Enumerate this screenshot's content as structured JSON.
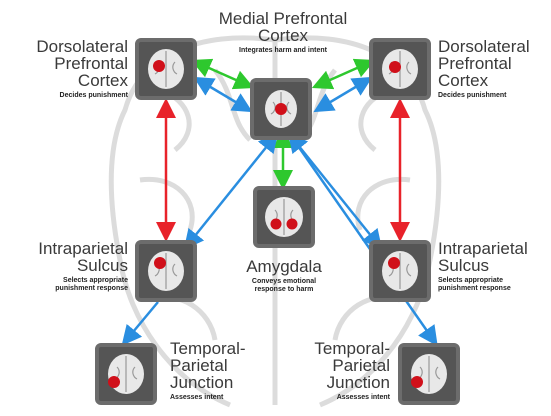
{
  "regions": {
    "mpfc": {
      "name": "Medial Prefrontal\nCortex",
      "desc": "Integrates harm and intent"
    },
    "dlpfc_left": {
      "name": "Dorsolateral\nPrefrontal\nCortex",
      "desc": "Decides punishment"
    },
    "dlpfc_right": {
      "name": "Dorsolateral\nPrefrontal\nCortex",
      "desc": "Decides punishment"
    },
    "ips_left": {
      "name": "Intraparietal\nSulcus",
      "desc": "Selects appropriate\npunishment response"
    },
    "ips_right": {
      "name": "Intraparietal\nSulcus",
      "desc": "Selects appropriate\npunishment response"
    },
    "amygdala": {
      "name": "Amygdala",
      "desc": "Conveys emotional\nresponse to harm"
    },
    "tpj_left": {
      "name": "Temporal-\nParietal\nJunction",
      "desc": "Assesses intent"
    },
    "tpj_right": {
      "name": "Temporal-\nParietal\nJunction",
      "desc": "Assesses intent"
    }
  },
  "colors": {
    "red": "#e8222a",
    "green": "#2ec82e",
    "blue": "#2a8ee0",
    "tile": "#555555",
    "highlight": "#d0101a"
  },
  "icons": [
    "brain-outline-background",
    "brain-scan-icon"
  ]
}
